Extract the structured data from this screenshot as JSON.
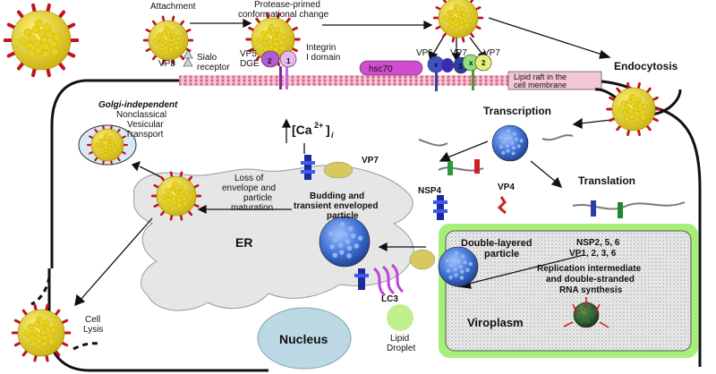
{
  "labels": {
    "attachment": "Attachment",
    "protease": [
      "Protease-primed",
      "conformational change"
    ],
    "vp8": "VP8",
    "sialo": [
      "Sialo",
      "receptor"
    ],
    "vp5_dge": [
      "VP5",
      "DGE"
    ],
    "integrin": [
      "Integrin",
      "I domain"
    ],
    "hsc70": "hsc70",
    "vp5_b": "VP5",
    "vp7_a": "VP7",
    "vp7_b": "VP7",
    "lipid_raft": [
      "Lipid raft in the",
      "cell membrane"
    ],
    "endocytosis": "Endocytosis",
    "transcription": "Transcription",
    "translation": "Translation",
    "golgi_independent": "Golgi-independent",
    "nonclassical": [
      "Nonclassical",
      "Vesicular",
      "Transport"
    ],
    "calcium": "[Ca",
    "calcium_sup": "2+",
    "calcium_sub": "i",
    "vp7_er": "VP7",
    "loss": [
      "Loss of",
      "envelope and",
      "particle",
      "maturation"
    ],
    "budding": [
      "Budding and",
      "transient enveloped",
      "particle"
    ],
    "nsp4": "NSP4",
    "vp4": "VP4",
    "er": "ER",
    "double_layered": [
      "Double-layered",
      "particle"
    ],
    "nsp2": [
      "NSP2, 5, 6",
      "VP1, 2, 3, 6"
    ],
    "replication": [
      "Replication intermediate",
      "and double-stranded",
      "RNA synthesis"
    ],
    "viroplasm": "Viroplasm",
    "lc3": "LC3",
    "cell_lysis": [
      "Cell",
      "Lysis"
    ],
    "nucleus": "Nucleus",
    "lipid_droplet": [
      "Lipid",
      "Droplet"
    ],
    "receptor_nums": {
      "r2": "2",
      "r1": "1",
      "rv": "v",
      "r3": "3",
      "rx": "x",
      "r2b": "2"
    }
  },
  "colors": {
    "capsid_yellow": "#e8d21a",
    "capsid_red": "#c0141c",
    "core_blue": "#3f6fd0",
    "er_gray": "#e4e4e4",
    "viroplasm_green": "#a6f07a",
    "membrane_pink": "#e58aa8",
    "nucleus_blue": "#bcd8e4",
    "droplet_green": "#bff08c",
    "receptor_purple": "#b25bd6",
    "hsc70_magenta": "#d24ccf"
  }
}
